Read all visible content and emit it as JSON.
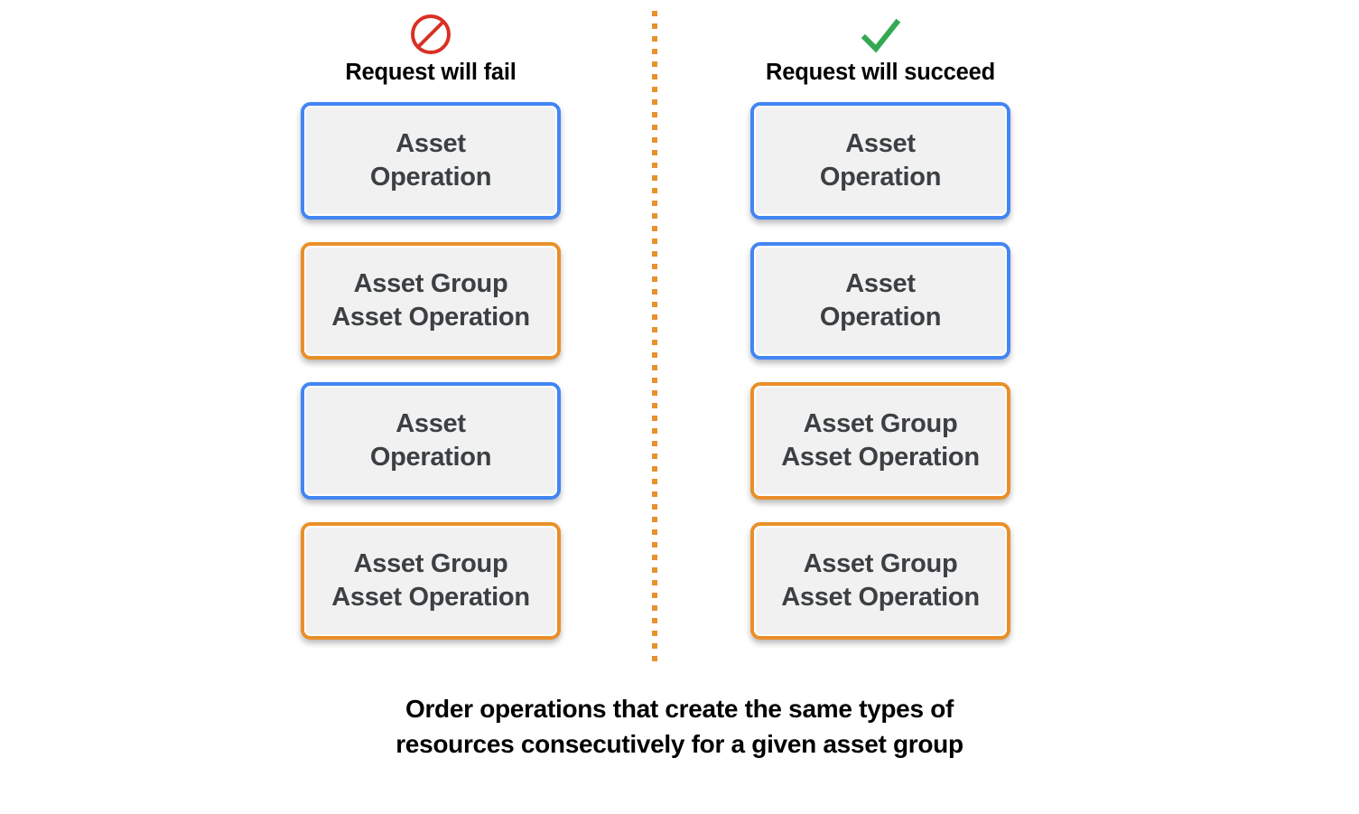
{
  "colors": {
    "blue_border": "#4285f4",
    "orange_border": "#ea8f28",
    "box_fill": "#f1f1f1",
    "box_text": "#3c4043",
    "fail_icon": "#d93025",
    "succeed_icon": "#34a853",
    "divider": "#e8912d",
    "background": "#ffffff"
  },
  "columns": [
    {
      "id": "fail",
      "icon": "prohibition-icon",
      "label": "Request will fail",
      "boxes": [
        {
          "label": "Asset\nOperation",
          "style": "blue",
          "kind": "asset-operation"
        },
        {
          "label": "Asset Group\nAsset Operation",
          "style": "orange",
          "kind": "asset-group-asset-operation"
        },
        {
          "label": "Asset\nOperation",
          "style": "blue",
          "kind": "asset-operation"
        },
        {
          "label": "Asset Group\nAsset Operation",
          "style": "orange",
          "kind": "asset-group-asset-operation"
        }
      ]
    },
    {
      "id": "succeed",
      "icon": "check-icon",
      "label": "Request will succeed",
      "boxes": [
        {
          "label": "Asset\nOperation",
          "style": "blue",
          "kind": "asset-operation"
        },
        {
          "label": "Asset\nOperation",
          "style": "blue",
          "kind": "asset-operation"
        },
        {
          "label": "Asset Group\nAsset Operation",
          "style": "orange",
          "kind": "asset-group-asset-operation"
        },
        {
          "label": "Asset Group\nAsset Operation",
          "style": "orange",
          "kind": "asset-group-asset-operation"
        }
      ]
    }
  ],
  "caption": "Order operations that create the same types of\nresources consecutively for a given asset group"
}
